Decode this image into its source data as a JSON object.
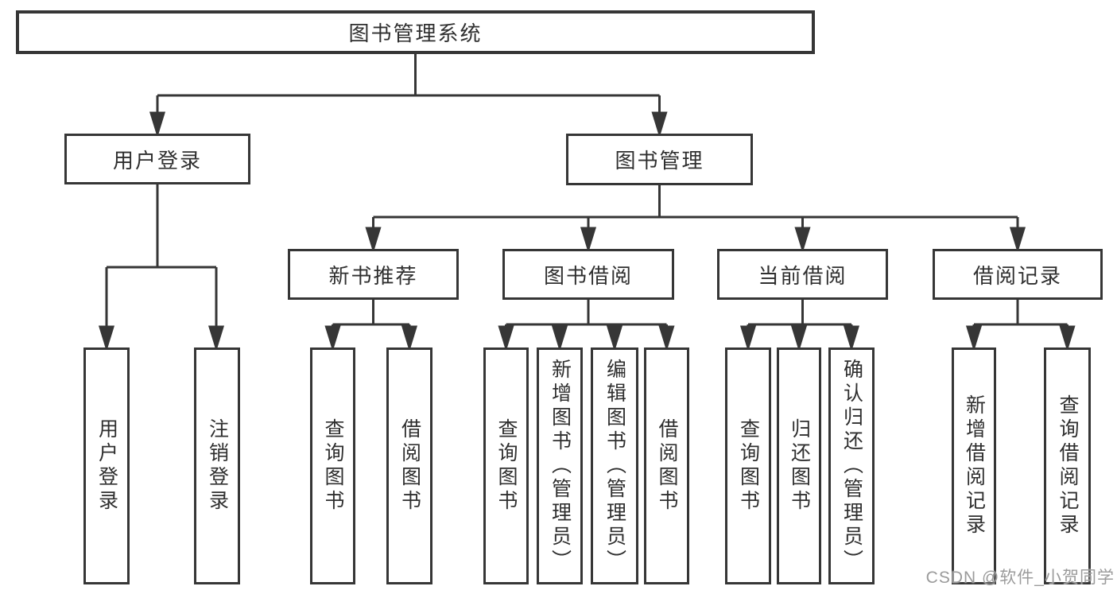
{
  "tree": {
    "label": "图书管理系统",
    "children": [
      {
        "label": "用户登录",
        "children": [
          {
            "label": "用户登录"
          },
          {
            "label": "注销登录"
          }
        ]
      },
      {
        "label": "图书管理",
        "children": [
          {
            "label": "新书推荐",
            "children": [
              {
                "label": "查询图书"
              },
              {
                "label": "借阅图书"
              }
            ]
          },
          {
            "label": "图书借阅",
            "children": [
              {
                "label": "查询图书"
              },
              {
                "label": "新增图书（管理员）"
              },
              {
                "label": "编辑图书（管理员）"
              },
              {
                "label": "借阅图书"
              }
            ]
          },
          {
            "label": "当前借阅",
            "children": [
              {
                "label": "查询图书"
              },
              {
                "label": "归还图书"
              },
              {
                "label": "确认归还（管理员）"
              }
            ]
          },
          {
            "label": "借阅记录",
            "children": [
              {
                "label": "新增借阅记录"
              },
              {
                "label": "查询借阅记录"
              }
            ]
          }
        ]
      }
    ]
  },
  "watermark": {
    "text": "CSDN @软件_小贺同学"
  },
  "colors": {
    "background": "#ffffff",
    "line": "#363636",
    "box_border": "#363636",
    "text": "#2f2f2f",
    "watermark": "#9b9b9b"
  }
}
